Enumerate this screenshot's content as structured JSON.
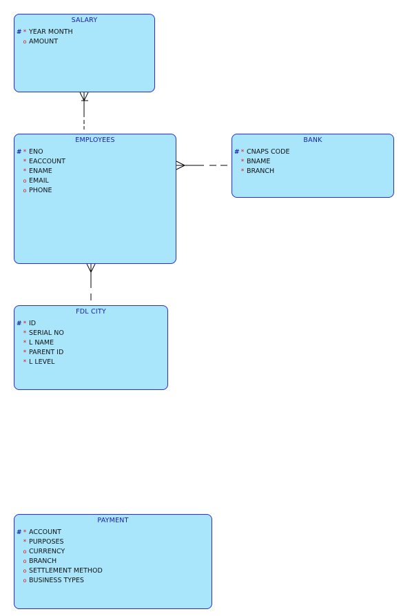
{
  "entities": {
    "salary": {
      "title": "SALARY",
      "attributes": [
        {
          "pk": "#",
          "mark": "*",
          "name": "YEAR MONTH"
        },
        {
          "pk": "",
          "mark": "o",
          "name": "AMOUNT"
        }
      ]
    },
    "employees": {
      "title": "EMPLOYEES",
      "attributes": [
        {
          "pk": "#",
          "mark": "*",
          "name": "ENO"
        },
        {
          "pk": "",
          "mark": "*",
          "name": "EACCOUNT"
        },
        {
          "pk": "",
          "mark": "*",
          "name": "ENAME"
        },
        {
          "pk": "",
          "mark": "o",
          "name": "EMAIL"
        },
        {
          "pk": "",
          "mark": "o",
          "name": "PHONE"
        }
      ]
    },
    "bank": {
      "title": "BANK",
      "attributes": [
        {
          "pk": "#",
          "mark": "*",
          "name": "CNAPS CODE"
        },
        {
          "pk": "",
          "mark": "*",
          "name": "BNAME"
        },
        {
          "pk": "",
          "mark": "*",
          "name": "BRANCH"
        }
      ]
    },
    "fdl_city": {
      "title": "FDL CITY",
      "attributes": [
        {
          "pk": "#",
          "mark": "*",
          "name": "ID"
        },
        {
          "pk": "",
          "mark": "*",
          "name": "SERIAL NO"
        },
        {
          "pk": "",
          "mark": "*",
          "name": "L NAME"
        },
        {
          "pk": "",
          "mark": "*",
          "name": "PARENT ID"
        },
        {
          "pk": "",
          "mark": "*",
          "name": "L LEVEL"
        }
      ]
    },
    "payment": {
      "title": "PAYMENT",
      "attributes": [
        {
          "pk": "#",
          "mark": "*",
          "name": "ACCOUNT"
        },
        {
          "pk": "",
          "mark": "*",
          "name": "PURPOSES"
        },
        {
          "pk": "",
          "mark": "o",
          "name": "CURRENCY"
        },
        {
          "pk": "",
          "mark": "o",
          "name": "BRANCH"
        },
        {
          "pk": "",
          "mark": "o",
          "name": "SETTLEMENT METHOD"
        },
        {
          "pk": "",
          "mark": "o",
          "name": "BUSINESS TYPES"
        }
      ]
    }
  },
  "relationships": [
    {
      "from": "SALARY",
      "to": "EMPLOYEES",
      "kind": "many-to-one, mandatory on salary side"
    },
    {
      "from": "EMPLOYEES",
      "to": "BANK",
      "kind": "many-to-one, optional"
    },
    {
      "from": "EMPLOYEES",
      "to": "FDL CITY",
      "kind": "many-to-one, optional"
    }
  ],
  "colors": {
    "entity_fill": "#a9e6fb",
    "entity_border": "#2b2bdc",
    "title_text": "#1a1aa8",
    "mandatory_mark": "#e01010",
    "connector": "#000000"
  }
}
